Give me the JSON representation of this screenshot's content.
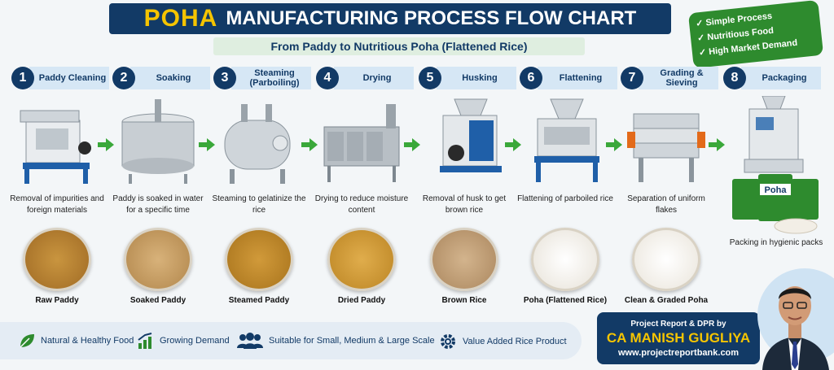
{
  "header": {
    "title_accent": "POHA",
    "title_main": "MANUFACTURING PROCESS FLOW CHART",
    "subtitle": "From Paddy to Nutritious Poha (Flattened Rice)"
  },
  "badge": {
    "items": [
      "✓ Simple Process",
      "✓ Nutritious Food",
      "✓ High Market Demand"
    ]
  },
  "steps": [
    {
      "num": "1",
      "label": "Paddy Cleaning",
      "desc": "Removal of impurities and foreign materials",
      "product": "Raw Paddy"
    },
    {
      "num": "2",
      "label": "Soaking",
      "desc": "Paddy is soaked in water for a specific time",
      "product": "Soaked Paddy"
    },
    {
      "num": "3",
      "label": "Steaming (Parboiling)",
      "desc": "Steaming to gelatinize the rice",
      "product": "Steamed Paddy"
    },
    {
      "num": "4",
      "label": "Drying",
      "desc": "Drying to reduce moisture content",
      "product": "Dried Paddy"
    },
    {
      "num": "5",
      "label": "Husking",
      "desc": "Removal of husk to get brown rice",
      "product": "Brown Rice"
    },
    {
      "num": "6",
      "label": "Flattening",
      "desc": "Flattening of parboiled rice",
      "product": "Poha (Flattened Rice)"
    },
    {
      "num": "7",
      "label": "Grading & Sieving",
      "desc": "Separation of uniform flakes",
      "product": "Clean & Graded Poha"
    },
    {
      "num": "8",
      "label": "Packaging",
      "desc": "Packing in hygienic packs",
      "product": ""
    }
  ],
  "packet_brand": "Poha",
  "features": [
    {
      "icon": "leaf-icon",
      "label": "Natural & Healthy Food"
    },
    {
      "icon": "growth-chart-icon",
      "label": "Growing Demand"
    },
    {
      "icon": "people-icon",
      "label": "Suitable for Small, Medium & Large Scale"
    },
    {
      "icon": "gear-icon",
      "label": "Value Added Rice Product"
    }
  ],
  "report": {
    "line1": "Project Report & DPR by",
    "name": "CA MANISH GUGLIYA",
    "url": "www.projectreportbank.com"
  },
  "colors": {
    "navy": "#123a66",
    "accent_yellow": "#f5c400",
    "green": "#2e8b2e",
    "arrow_green": "#3aa83a"
  }
}
